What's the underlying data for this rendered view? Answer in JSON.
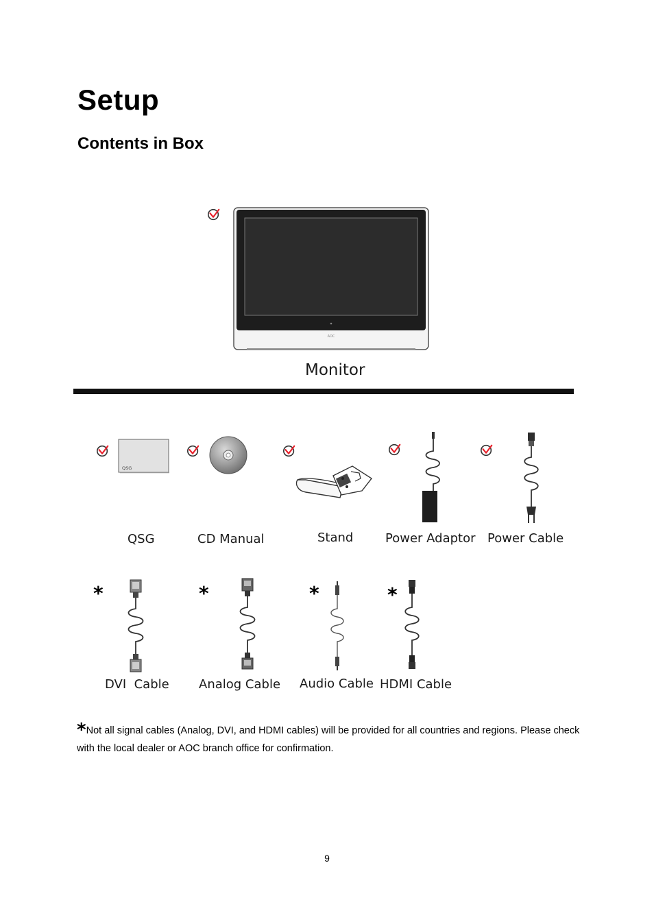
{
  "page": {
    "title": "Setup",
    "subtitle": "Contents in Box",
    "page_number": "9"
  },
  "monitor": {
    "label": "Monitor",
    "logo_text": "AOC"
  },
  "items_row1": [
    {
      "label": "QSG",
      "box_text": "QSG",
      "icon": "qsg-booklet-icon",
      "included": true
    },
    {
      "label": "CD Manual",
      "icon": "cd-icon",
      "included": true
    },
    {
      "label": "Stand",
      "icon": "stand-icon",
      "included": true
    },
    {
      "label": "Power Adaptor",
      "icon": "power-adaptor-icon",
      "included": true
    },
    {
      "label": "Power Cable",
      "icon": "power-cable-icon",
      "included": true
    }
  ],
  "items_row2": [
    {
      "label": "DVI  Cable",
      "icon": "dvi-cable-icon",
      "marker": "*"
    },
    {
      "label": "Analog Cable",
      "icon": "analog-cable-icon",
      "marker": "*"
    },
    {
      "label": "Audio Cable",
      "icon": "audio-cable-icon",
      "marker": "*"
    },
    {
      "label": "HDMI Cable",
      "icon": "hdmi-cable-icon",
      "marker": "*"
    }
  ],
  "footnote": {
    "marker": "*",
    "text": "Not all signal cables (Analog, DVI, and HDMI cables) will be provided for all countries and regions. Please check with the local dealer or AOC branch office for confirmation."
  },
  "colors": {
    "check_red": "#e8212b",
    "outline_gray": "#555555",
    "screen_dark": "#2a2a2a"
  }
}
